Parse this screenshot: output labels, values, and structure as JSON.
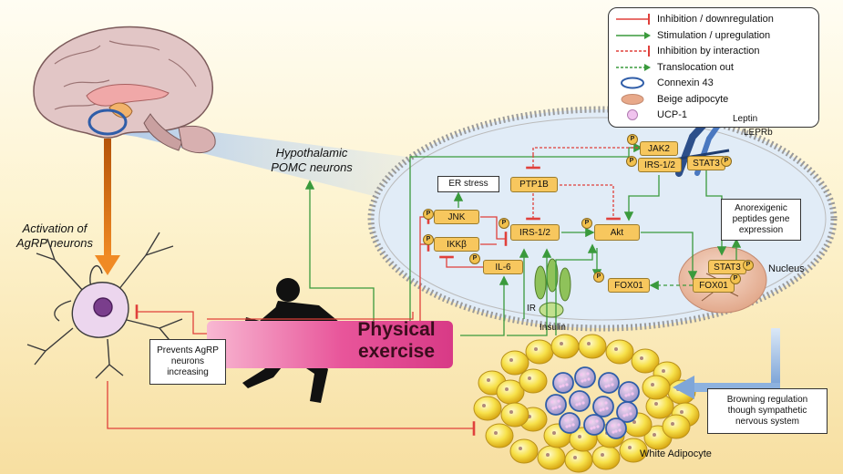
{
  "legend": {
    "items": [
      {
        "label": "Inhibition / downregulation",
        "kind": "inhibit-solid",
        "color": "#e0403b"
      },
      {
        "label": "Stimulation / upregulation",
        "kind": "stimulate-solid",
        "color": "#3a9a3c"
      },
      {
        "label": "Inhibition by interaction",
        "kind": "inhibit-dashed",
        "color": "#e0403b"
      },
      {
        "label": "Translocation out",
        "kind": "stimulate-dashed",
        "color": "#3a9a3c"
      },
      {
        "label": "Connexin 43",
        "kind": "ring",
        "color": "#2f5da8"
      },
      {
        "label": "Beige adipocyte",
        "kind": "beige",
        "color": "#e8a98a"
      },
      {
        "label": "UCP-1",
        "kind": "ucp",
        "color": "#f0c3ee"
      }
    ]
  },
  "labels": {
    "activation": "Activation of\nAgRP neurons",
    "hypothalamic": "Hypothalamic\nPOMC neurons",
    "er_stress": "ER stress",
    "anorexigenic": "Anorexigenic\npeptides gene\nexpression",
    "nucleus": "Nucleus",
    "prevents": "Prevents AgRP\nneurons\nincreasing",
    "browning": "Browning regulation\nthough sympathetic\nnervous system",
    "white_adipocyte": "White Adipocyte",
    "exercise": "Physical\nexercise",
    "leptin": "Leptin",
    "leprb": "LEPRb",
    "ir": "IR",
    "insulin": "Insulin",
    "phospho": "P"
  },
  "molecules": {
    "jak2": "JAK2",
    "irs_top": "IRS-1/2",
    "stat3_top": "STAT3",
    "ptp1b": "PTP1B",
    "jnk": "JNK",
    "ikkb": "IKKβ",
    "irs": "IRS-1/2",
    "akt": "Akt",
    "il6": "IL-6",
    "foxo1_cyto": "FOX01",
    "stat3_nuc": "STAT3",
    "foxo1_nuc": "FOX01"
  }
}
